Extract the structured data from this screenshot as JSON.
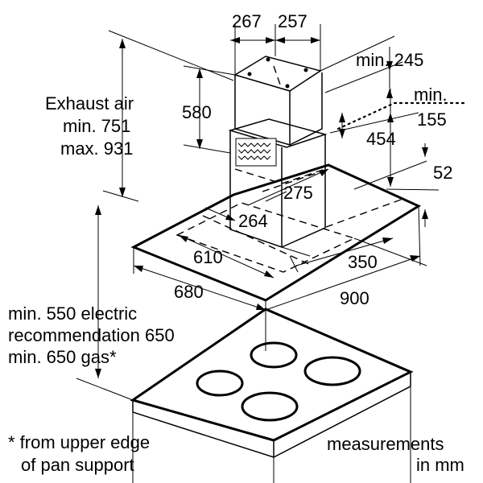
{
  "dimensions": {
    "chimney_width_left": "267",
    "chimney_width_right": "257",
    "chimney_height": "580",
    "min_245": "min. 245",
    "min_155_a": "min.",
    "min_155_b": "155",
    "d454": "454",
    "d52": "52",
    "d275": "275",
    "d264": "264",
    "d610": "610",
    "d350": "350",
    "d680": "680",
    "d900": "900"
  },
  "exhaust_air": {
    "line1": "Exhaust air",
    "line2": "min. 751",
    "line3": "max. 931"
  },
  "clearance": {
    "line1": "min. 550 electric",
    "line2": "recommendation 650",
    "line3": "min. 650 gas*"
  },
  "footnote": {
    "line1": "* from upper edge",
    "line2": "of pan support"
  },
  "units": {
    "line1": "measurements",
    "line2": "in mm"
  }
}
